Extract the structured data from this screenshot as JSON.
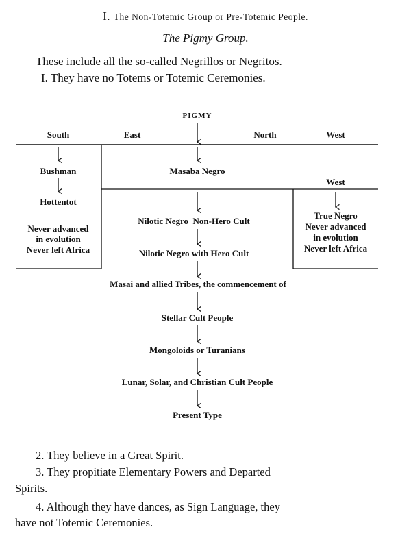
{
  "heading": {
    "numeral": "I.",
    "title": "The Non-Totemic Group or Pre-Totemic People."
  },
  "subheading": "The Pigmy Group.",
  "intro": "These include all the so-called Negrillos or Negritos.",
  "point1": "I. They have no Totems or Totemic Ceremonies.",
  "diagram": {
    "top_label": "PIGMY",
    "directions": {
      "south": "South",
      "east": "East",
      "north": "North",
      "west": "West",
      "west2": "West"
    },
    "left_column": {
      "bushman": "Bushman",
      "hottentot": "Hottentot",
      "note_line1": "Never advanced",
      "note_line2": "in evolution",
      "note_line3": "Never left Africa"
    },
    "center": {
      "masaba": "Masaba Negro",
      "nilotic_non_hero": "Nilotic Negro  Non-Hero Cult",
      "nilotic_hero": "Nilotic Negro with Hero Cult",
      "masai": "Masai and allied Tribes, the commencement of",
      "stellar": "Stellar Cult People",
      "mongoloids": "Mongoloids or Turanians",
      "lunar": "Lunar, Solar, and Christian Cult People",
      "present": "Present Type"
    },
    "right_column": {
      "true_negro": "True Negro",
      "note_line1": "Never advanced",
      "note_line2": "in evolution",
      "note_line3": "Never left Africa"
    }
  },
  "points": {
    "p2": "2. They believe in a Great Spirit.",
    "p3_line1": "3. They propitiate Elementary Powers and Departed",
    "p3_line2": "Spirits.",
    "p4_line1": "4. Although they have dances, as Sign Language, they",
    "p4_line2": "have not Totemic Ceremonies."
  }
}
